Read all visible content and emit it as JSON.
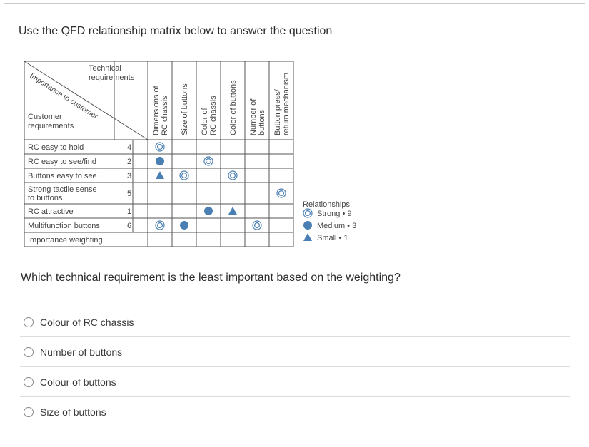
{
  "title": "Use the QFD relationship matrix below to answer the question",
  "matrix": {
    "corner_top": [
      "Technical",
      "requirements"
    ],
    "corner_diag": "Importance to customer",
    "corner_bottom": [
      "Customer",
      "requirements"
    ],
    "columns": [
      [
        "Dimensions of",
        "RC chassis"
      ],
      [
        "Size of buttons"
      ],
      [
        "Color of",
        "RC chassis"
      ],
      [
        "Color of buttons"
      ],
      [
        "Number of",
        "buttons"
      ],
      [
        "Button press/",
        "return mechanism"
      ]
    ],
    "rows": [
      {
        "label": [
          "RC easy to hold"
        ],
        "importance": "4",
        "cells": [
          "strong",
          "",
          "",
          "",
          "",
          ""
        ]
      },
      {
        "label": [
          "RC easy to see/find"
        ],
        "importance": "2",
        "cells": [
          "medium",
          "",
          "strong",
          "",
          "",
          ""
        ]
      },
      {
        "label": [
          "Buttons easy to see"
        ],
        "importance": "3",
        "cells": [
          "small",
          "strong",
          "",
          "strong",
          "",
          ""
        ]
      },
      {
        "label": [
          "Strong tactile sense",
          "to buttons"
        ],
        "importance": "5",
        "cells": [
          "",
          "",
          "",
          "",
          "",
          "strong"
        ]
      },
      {
        "label": [
          "RC attractive"
        ],
        "importance": "1",
        "cells": [
          "",
          "",
          "medium",
          "small",
          "",
          ""
        ]
      },
      {
        "label": [
          "Multifunction buttons"
        ],
        "importance": "6",
        "cells": [
          "strong",
          "medium",
          "",
          "",
          "strong",
          ""
        ]
      }
    ],
    "weighting_label": "Importance weighting",
    "legend_title": "Relationships:",
    "legend": [
      {
        "symbol": "strong",
        "label": "Strong",
        "value": "9"
      },
      {
        "symbol": "medium",
        "label": "Medium",
        "value": "3"
      },
      {
        "symbol": "small",
        "label": "Small",
        "value": "1"
      }
    ],
    "colors": {
      "symbol": "#4a7fb3",
      "grid": "#555555",
      "text": "#444444"
    }
  },
  "question": "Which technical requirement is the least important based on the weighting?",
  "options": [
    {
      "label": "Colour of RC chassis"
    },
    {
      "label": "Number of buttons"
    },
    {
      "label": "Colour of buttons"
    },
    {
      "label": "Size of buttons"
    }
  ]
}
